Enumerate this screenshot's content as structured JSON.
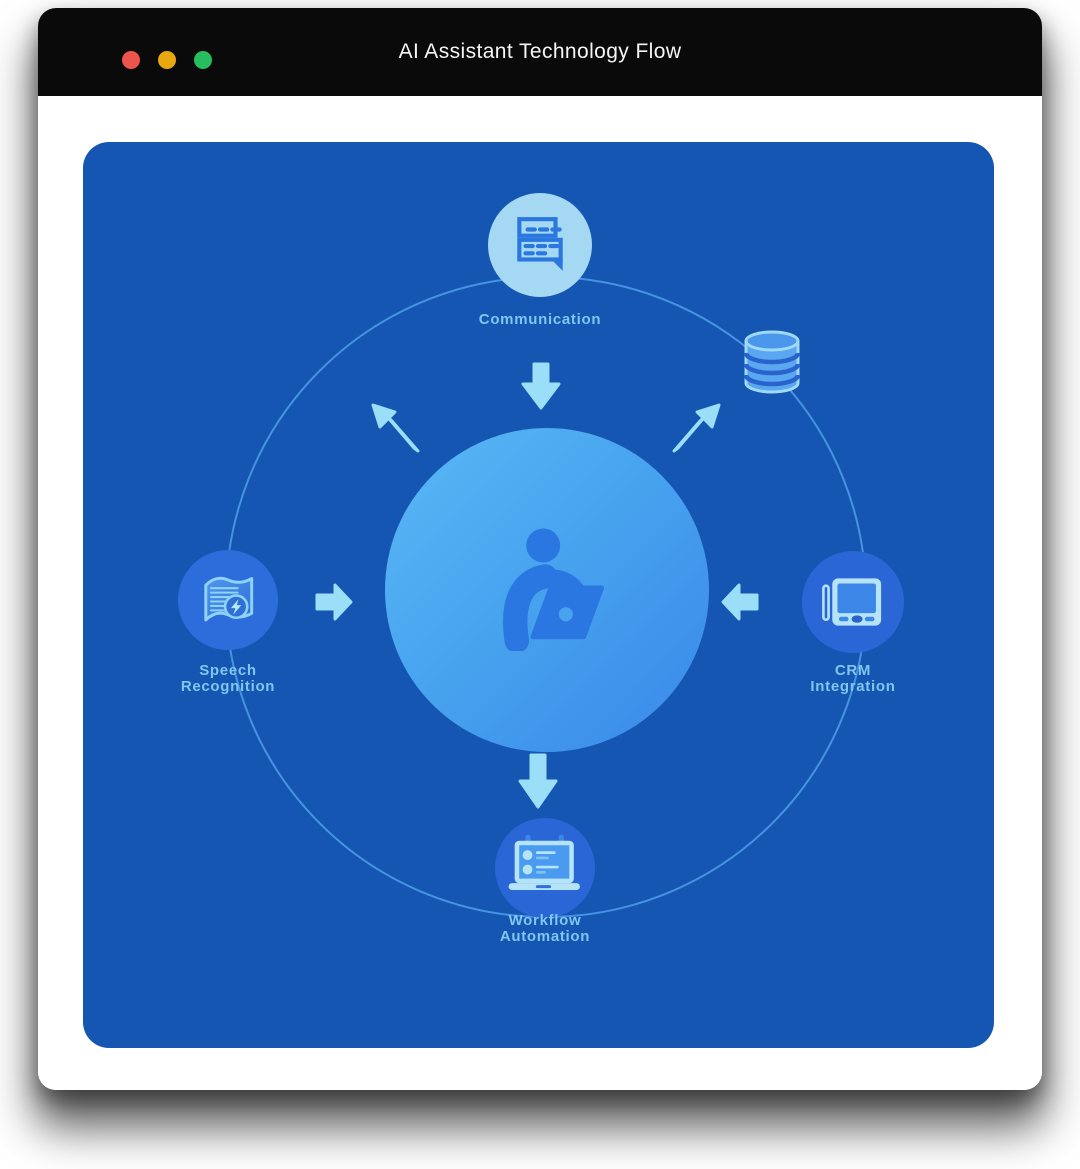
{
  "window": {
    "title": "AI Assistant Technology Flow",
    "traffic_lights": [
      {
        "name": "close",
        "color": "#ee544e"
      },
      {
        "name": "minimize",
        "color": "#e9a711"
      },
      {
        "name": "zoom",
        "color": "#27bf5e"
      }
    ]
  },
  "diagram": {
    "center": {
      "icon": "person-at-laptop-icon"
    },
    "nodes": [
      {
        "id": "communication",
        "icon": "chat-messages-icon",
        "label_lines": [
          "Communication"
        ],
        "position": "top"
      },
      {
        "id": "database",
        "icon": "database-icon",
        "label_lines": [],
        "position": "top-right"
      },
      {
        "id": "speech-recognition",
        "icon": "speech-document-icon",
        "label_lines": [
          "Speech",
          "Recognition"
        ],
        "position": "left"
      },
      {
        "id": "crm-integration",
        "icon": "crm-monitor-icon",
        "label_lines": [
          "CRM",
          "Integration"
        ],
        "position": "right"
      },
      {
        "id": "workflow-automation",
        "icon": "workflow-laptop-icon",
        "label_lines": [
          "Workflow",
          "Automation"
        ],
        "position": "bottom"
      }
    ],
    "arrows": [
      {
        "from": "communication",
        "to": "center",
        "style": "block",
        "direction": "down"
      },
      {
        "from": "speech-recognition",
        "to": "center",
        "style": "block",
        "direction": "right"
      },
      {
        "from": "crm-integration",
        "to": "center",
        "style": "block",
        "direction": "left"
      },
      {
        "from": "center",
        "to": "workflow-automation",
        "style": "block",
        "direction": "down"
      },
      {
        "from": "center",
        "to": "orbit-upper-left",
        "style": "tapered",
        "direction": "up-left"
      },
      {
        "from": "center",
        "to": "database",
        "style": "tapered",
        "direction": "up-right"
      }
    ],
    "colors": {
      "panel-bg": "#1456b2",
      "label-text": "#82c6ef",
      "arrow": "#9bdef8",
      "orbit-ring": "#4b9be6",
      "center-gradient-start": "#5ab8f5",
      "center-gradient-end": "#3a88e8",
      "icon-blue": "#2b77e0",
      "light-icon-bg": "#a5d9f3",
      "node-bg": "#2a66d6",
      "titlebar-bg": "#0a0a0a",
      "title-text": "#f5f5f5",
      "window-bg": "#ffffff"
    }
  }
}
